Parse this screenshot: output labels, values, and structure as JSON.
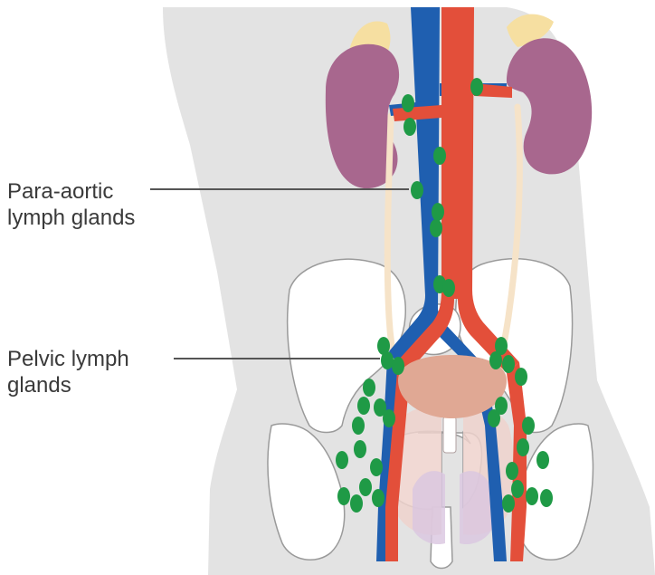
{
  "labels": {
    "para_aortic": {
      "line1": "Para-aortic",
      "line2": "lymph glands"
    },
    "pelvic": {
      "line1": "Pelvic lymph",
      "line2": "glands"
    }
  },
  "colors": {
    "body": "#e3e3e3",
    "kidney": "#a8678e",
    "adrenal": "#f6dfa1",
    "vein": "#1f5fb0",
    "artery": "#e34f3a",
    "ureter": "#f6e3c8",
    "bone": "#ffffff",
    "bone_outline": "#9a9a9a",
    "bladder": "#e0a894",
    "lymph_node": "#1f9a46",
    "leader_line": "#555555",
    "pelvic_organs": "#efd2cc"
  }
}
